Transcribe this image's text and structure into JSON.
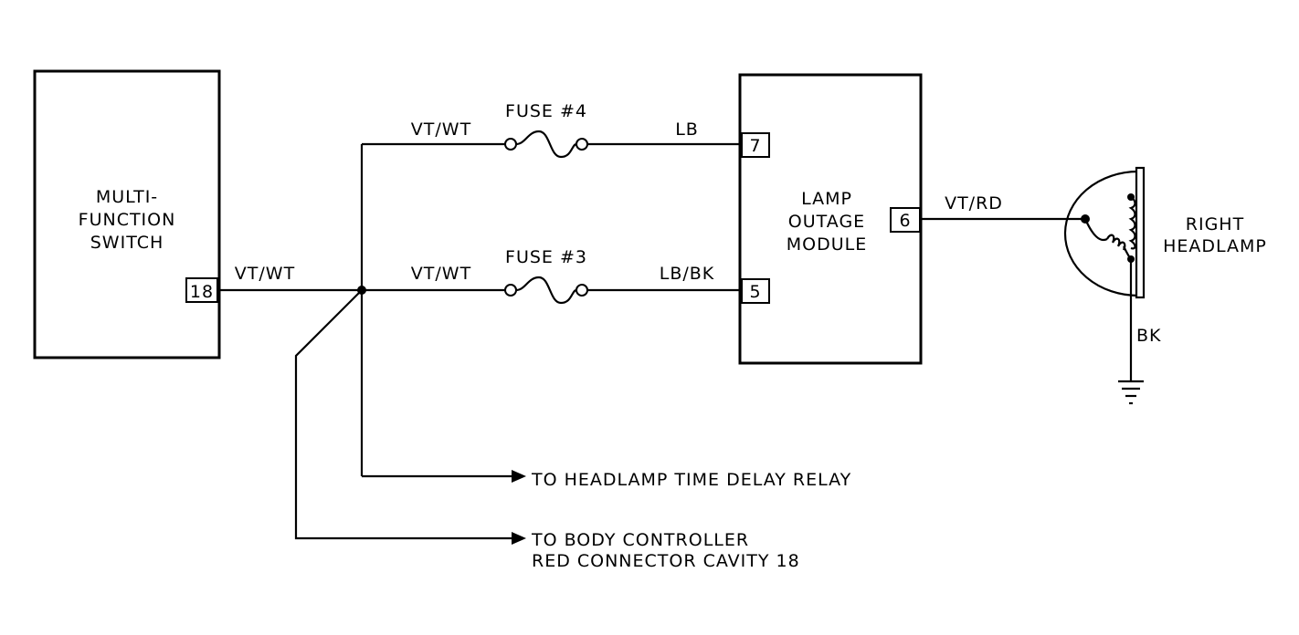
{
  "components": {
    "multi_function_switch": {
      "label_lines": [
        "MULTI-",
        "FUNCTION",
        "SWITCH"
      ],
      "pin": "18"
    },
    "lamp_outage_module": {
      "label_lines": [
        "LAMP",
        "OUTAGE",
        "MODULE"
      ],
      "pins": {
        "top": "7",
        "bottom": "5",
        "right": "6"
      }
    },
    "right_headlamp": {
      "label_lines": [
        "RIGHT",
        "HEADLAMP"
      ]
    },
    "fuse_4": {
      "label": "FUSE #4"
    },
    "fuse_3": {
      "label": "FUSE #3"
    }
  },
  "wires": {
    "switch_out": "VT/WT",
    "to_fuse4": "VT/WT",
    "to_fuse3": "VT/WT",
    "fuse4_out": "LB",
    "fuse3_out": "LB/BK",
    "module_to_lamp": "VT/RD",
    "ground": "BK"
  },
  "destinations": {
    "relay": "TO HEADLAMP TIME DELAY RELAY",
    "body_line1": "TO BODY CONTROLLER",
    "body_line2": "RED CONNECTOR CAVITY 18"
  }
}
